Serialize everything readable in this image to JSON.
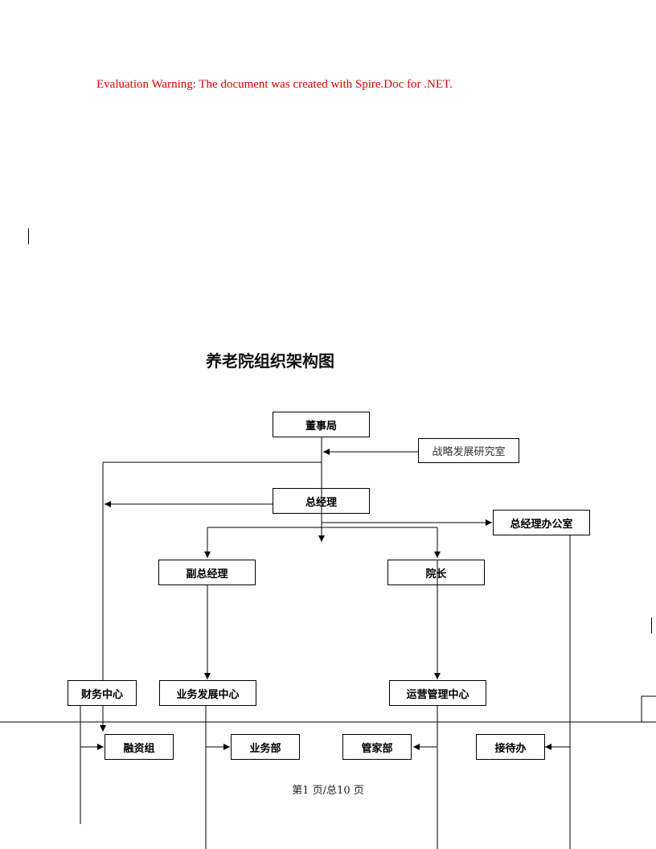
{
  "warning": "Evaluation Warning: The document was created with Spire.Doc for .NET.",
  "title": "养老院组织架构图",
  "org": {
    "board": "董事局",
    "strategy": "战略发展研究室",
    "gm": "总经理",
    "gm_office": "总经理办公室",
    "deputy_gm": "副总经理",
    "dean": "院长",
    "finance": "财务中心",
    "business_dev": "业务发展中心",
    "operations": "运营管理中心",
    "financing": "融资组",
    "business_dept": "业务部",
    "housekeeping": "管家部",
    "reception": "接待办"
  },
  "footer": "第1 页/总10 页"
}
